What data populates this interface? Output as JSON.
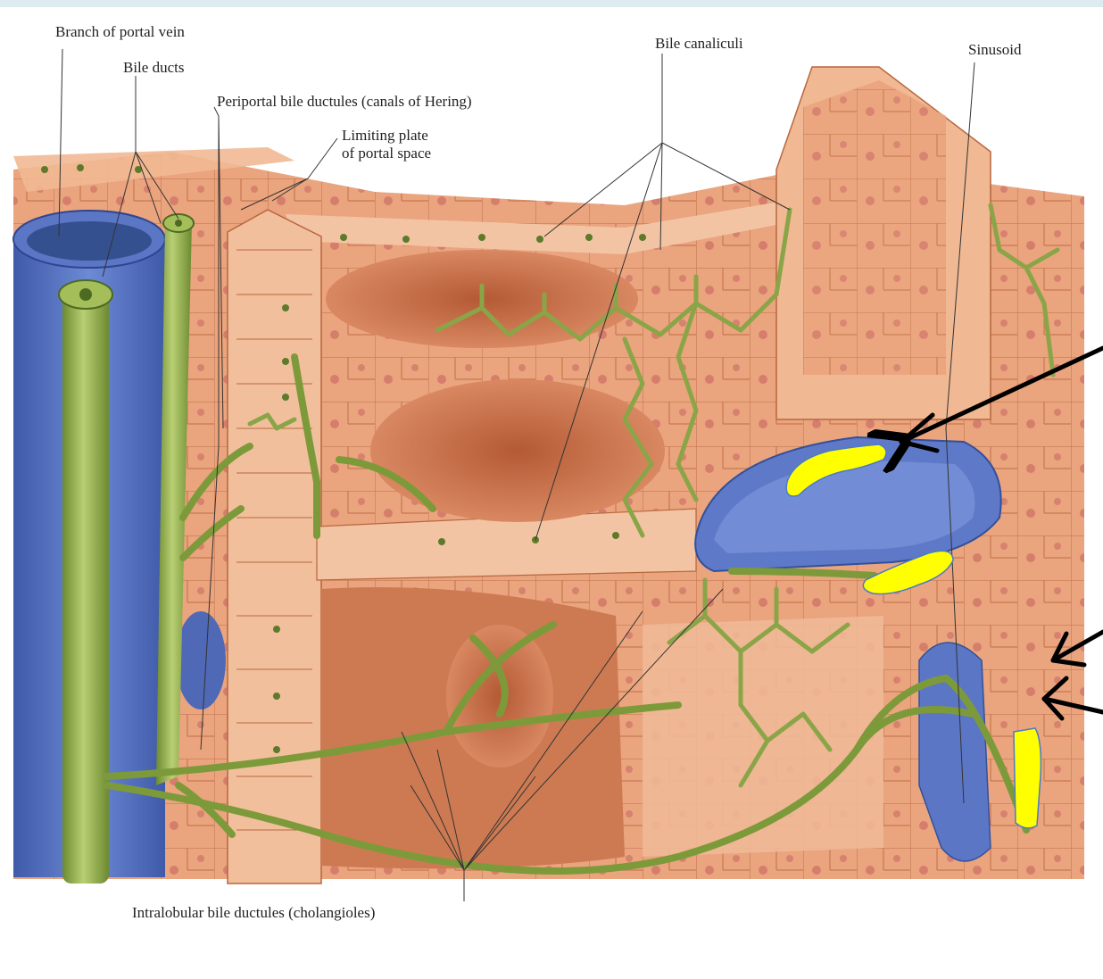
{
  "labels": {
    "branch_of_portal_vein": "Branch of portal vein",
    "bile_ducts": "Bile ducts",
    "periportal_bile_ductules": "Periportal bile ductules (canals of Hering)",
    "limiting_plate": "Limiting plate\nof portal space",
    "bile_canaliculi": "Bile canaliculi",
    "sinusoid": "Sinusoid",
    "intralobular_bile_ductules": "Intralobular bile ductules (cholangioles)"
  },
  "colors": {
    "tissue": "#e8a07a",
    "tissue_light": "#f3c4a4",
    "tissue_dark": "#c9704c",
    "cell_line": "#b2603e",
    "nucleus": "#c8665a",
    "vein_blue": "#5b76c4",
    "vein_blue_dark": "#3f56a2",
    "duct_green": "#93ae4c",
    "duct_green_dark": "#5d7a2a",
    "highlight_yellow": "#ffff00",
    "highlight_edge": "#5b8ad0",
    "arrow": "#000000"
  },
  "annotations": [
    {
      "name": "highlight-top",
      "color": "yellow"
    },
    {
      "name": "highlight-middle",
      "color": "yellow"
    },
    {
      "name": "highlight-right",
      "color": "yellow"
    }
  ]
}
